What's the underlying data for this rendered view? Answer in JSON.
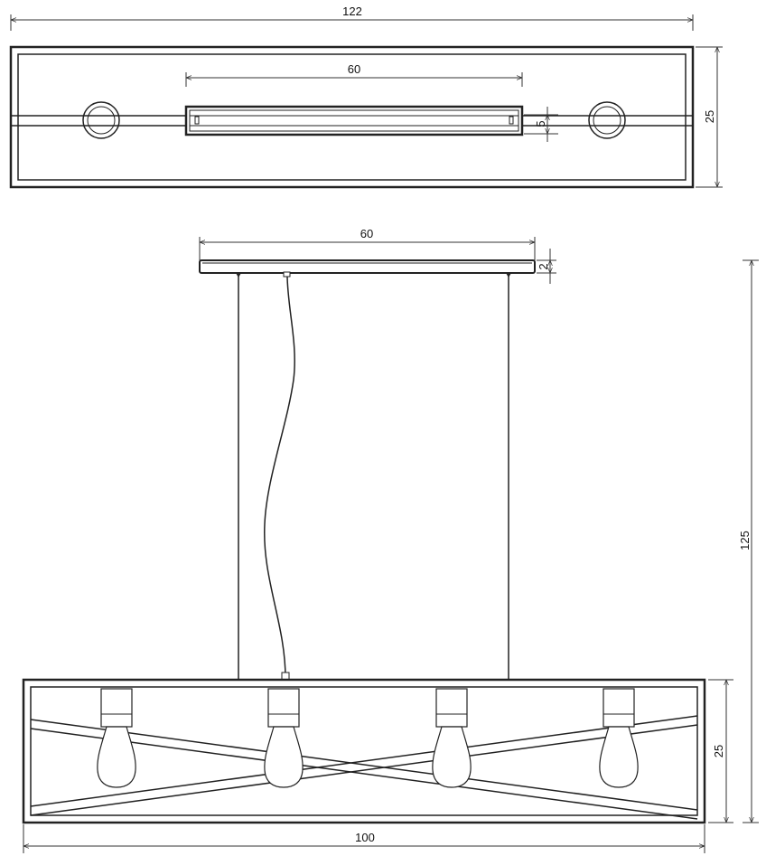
{
  "top_view": {
    "width_label": "122",
    "canopy_width_label": "60",
    "canopy_depth_label": "5",
    "depth_label": "25"
  },
  "side_view": {
    "canopy_width_label": "60",
    "canopy_height_label": "2",
    "total_height_label": "125",
    "frame_height_label": "25",
    "frame_width_label": "100"
  }
}
